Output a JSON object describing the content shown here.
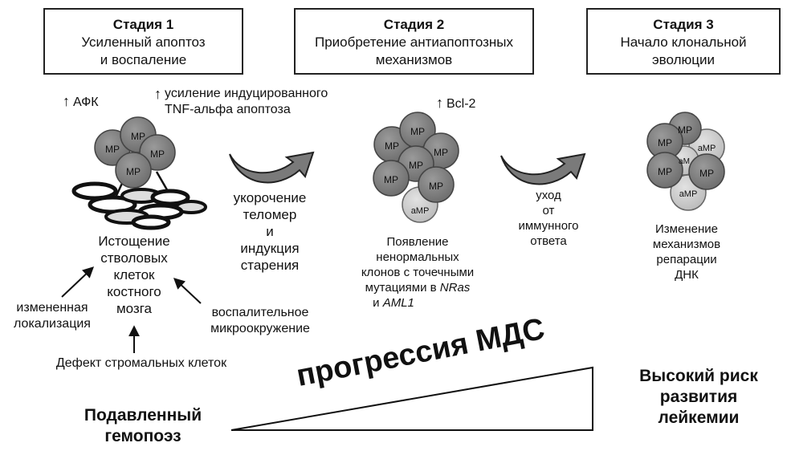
{
  "stages": [
    {
      "title": "Стадия 1",
      "line1": "Усиленный апоптоз",
      "line2": "и воспаление"
    },
    {
      "title": "Стадия 2",
      "line1": "Приобретение антиапоптозных",
      "line2": "механизмов"
    },
    {
      "title": "Стадия 3",
      "line1": "Начало клональной",
      "line2": "эволюции"
    }
  ],
  "markers": {
    "afk": "АФК",
    "tnf_line1": "усиление индуцированного",
    "tnf_line2": "TNF-альфа апоптоза",
    "bcl2": "Bcl-2"
  },
  "cells": {
    "mp": "MP",
    "amp": "aMP",
    "am": "aM"
  },
  "captions": {
    "stem": [
      "Истощение",
      "стволовых",
      "клеток",
      "костного",
      "мозга"
    ],
    "telomere": [
      "укорочение",
      "теломер",
      "и",
      "индукция",
      "старения"
    ],
    "clones": [
      "Появление",
      "ненормальных",
      "клонов с точечными",
      "мутациями в"
    ],
    "clones_gene1": "NRas",
    "clones_and": "и",
    "clones_gene2": "AML1",
    "immune": [
      "уход",
      "от",
      "иммунного",
      "ответа"
    ],
    "repair": [
      "Изменение",
      "механизмов",
      "репарации",
      "ДНК"
    ]
  },
  "factors": {
    "location_1": "измененная",
    "location_2": "локализация",
    "inflam_1": "воспалительное",
    "inflam_2": "микроокружение",
    "stromal": "Дефект стромальных клеток"
  },
  "progression": "прогрессия МДС",
  "left_outcome": [
    "Подавленный",
    "гемопоэз"
  ],
  "right_outcome": [
    "Высокий риск",
    "развития",
    "лейкемии"
  ]
}
